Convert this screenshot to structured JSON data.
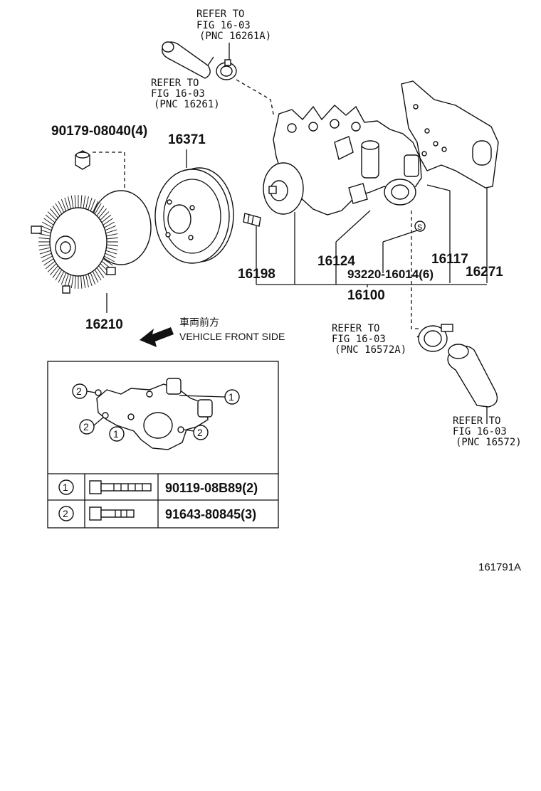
{
  "refs": {
    "hose_clamp_top": {
      "l1": "REFER TO",
      "l2": "FIG 16-03",
      "l3": "(PNC 16261A)"
    },
    "hose_top": {
      "l1": "REFER TO",
      "l2": "FIG 16-03",
      "l3": "(PNC 16261)"
    },
    "hose_clamp_bottom": {
      "l1": "REFER TO",
      "l2": "FIG 16-03",
      "l3": "(PNC 16572A)"
    },
    "hose_bottom": {
      "l1": "REFER TO",
      "l2": "FIG 16-03",
      "l3": "(PNC 16572)"
    }
  },
  "parts": {
    "nut": "90179-08040(4)",
    "pulley": "16371",
    "fan_clutch": "16210",
    "stud": "16198",
    "pump_body": "16124",
    "gasket_bolt": "93220-16014(6)",
    "gasket": "16117",
    "plate": "16271",
    "assembly": "16100"
  },
  "direction": {
    "jp": "車両前方",
    "en": "VEHICLE FRONT SIDE"
  },
  "inset": {
    "callout_1": "1",
    "callout_2": "2",
    "rows": [
      {
        "key": "1",
        "part": "90119-08B89(2)"
      },
      {
        "key": "2",
        "part": "91643-80845(3)"
      }
    ]
  },
  "figure_id": "161791A"
}
